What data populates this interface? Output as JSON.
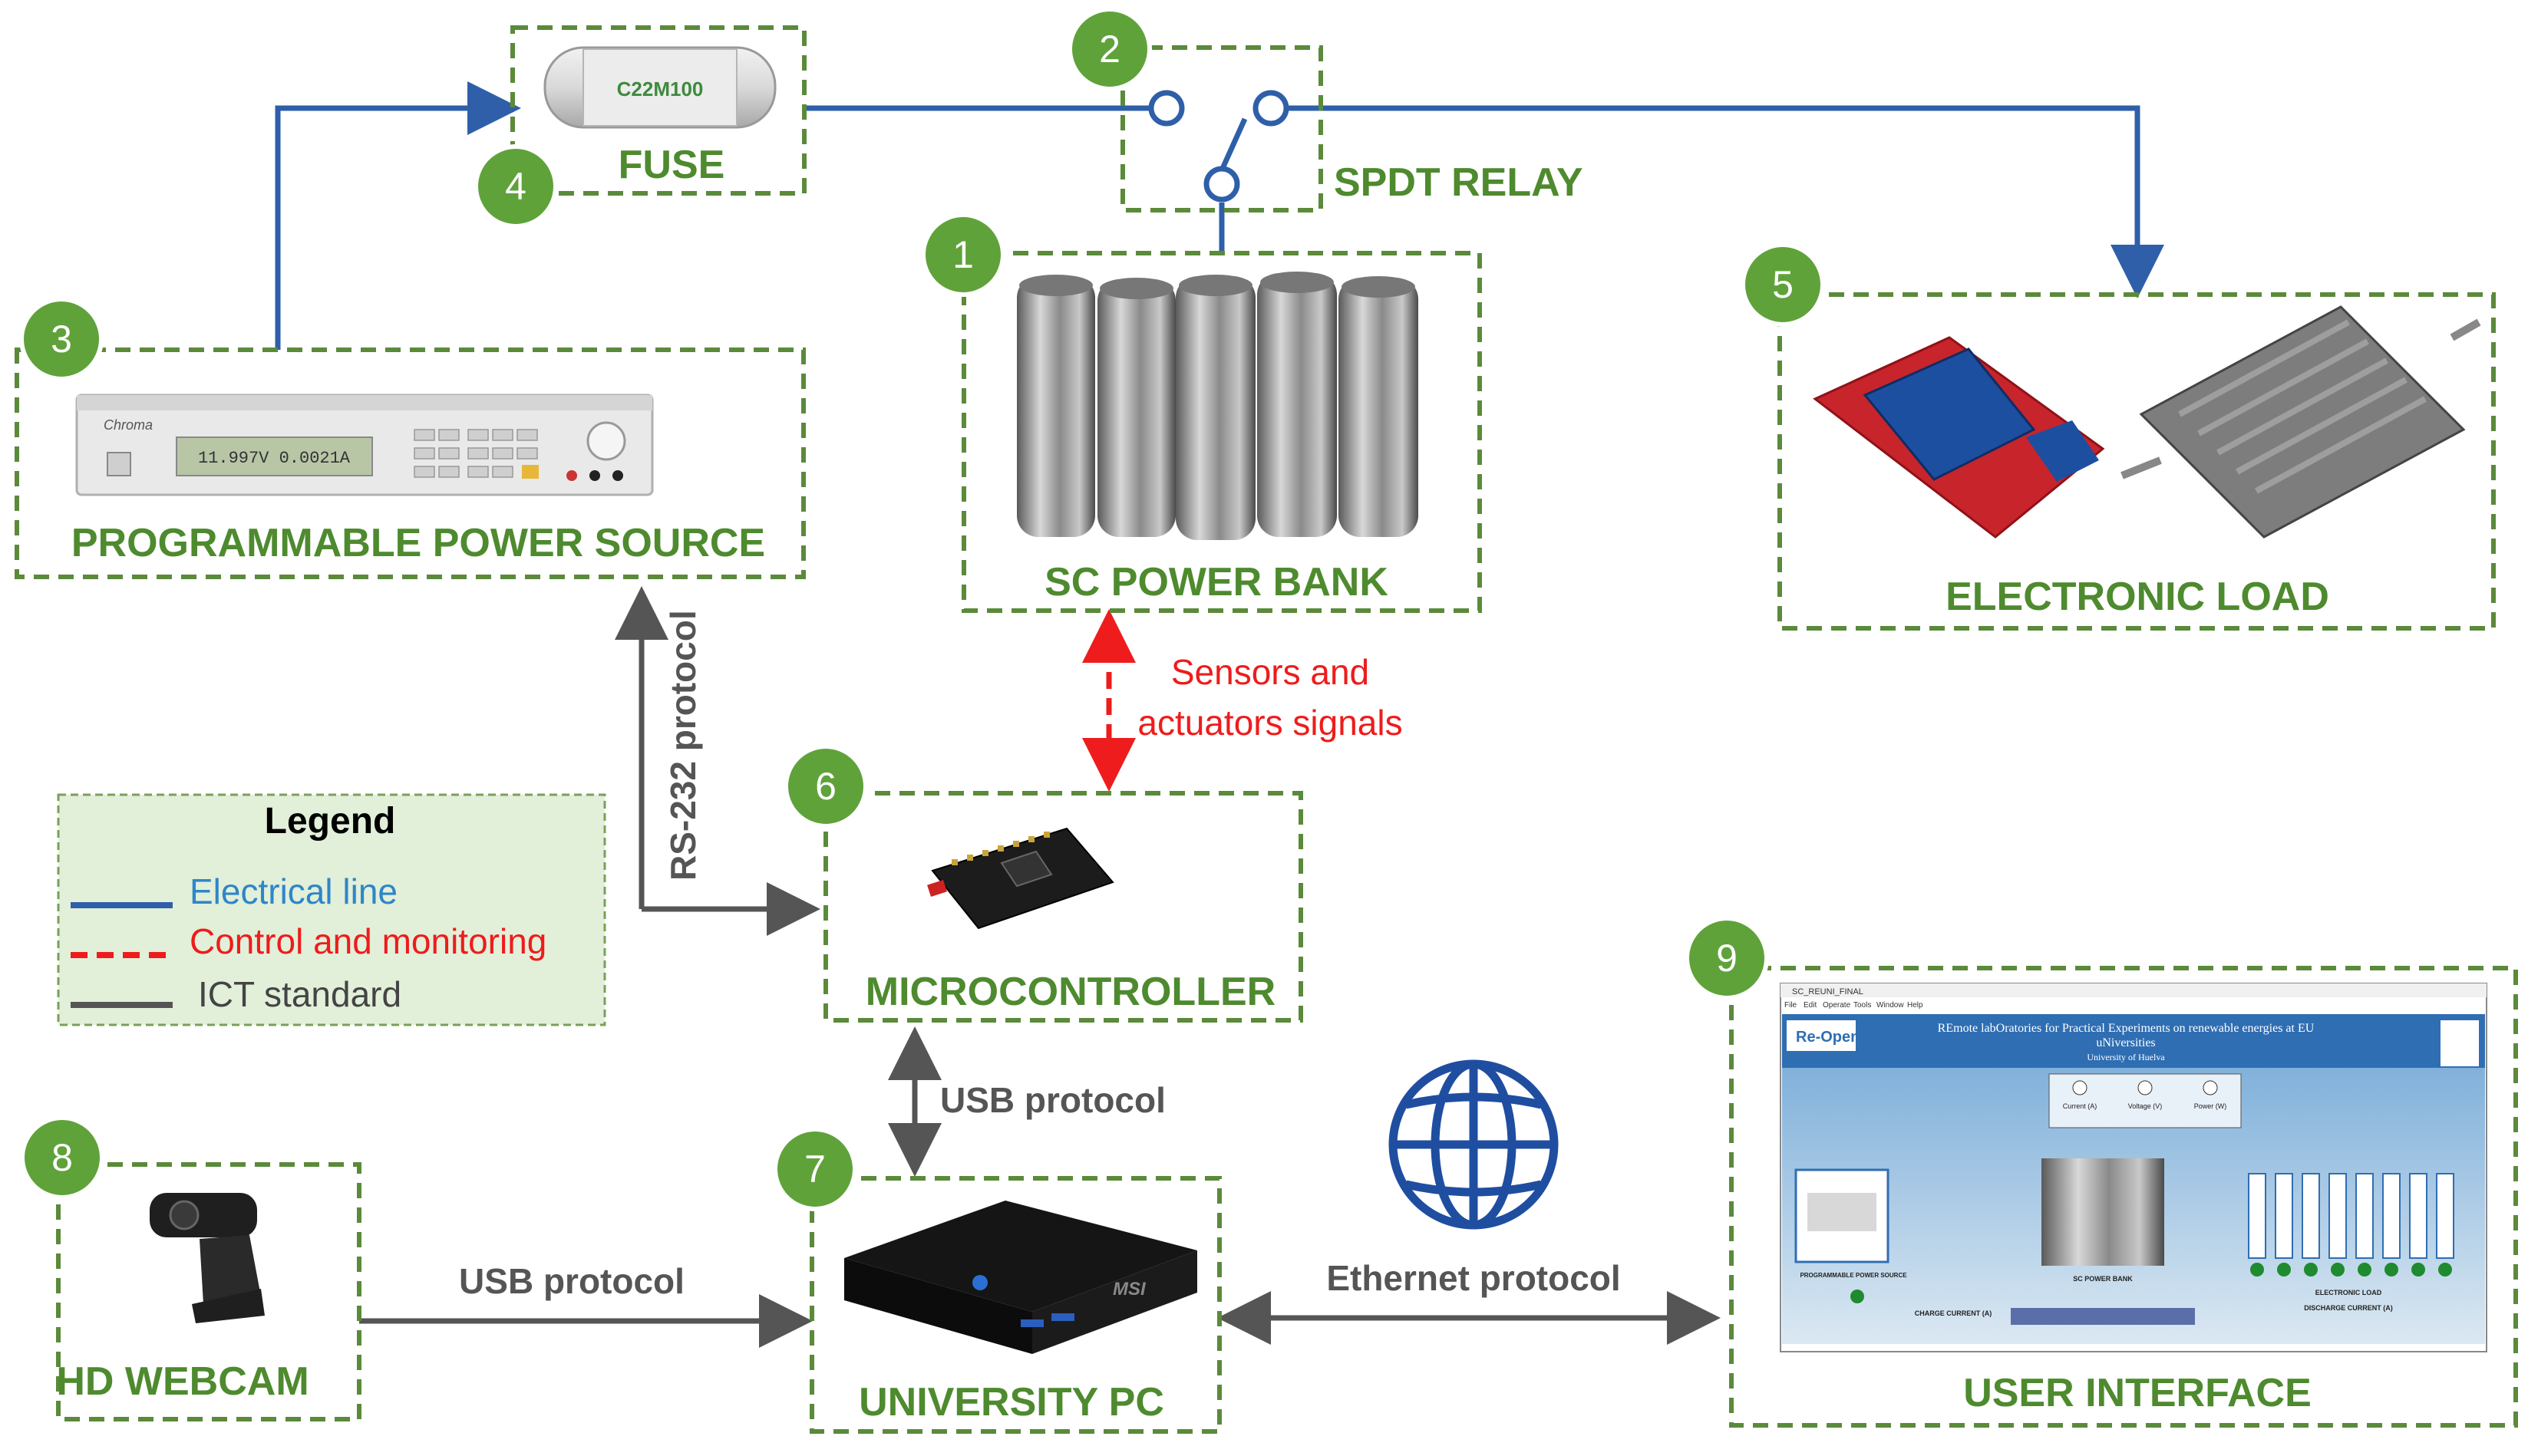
{
  "components": {
    "sc_power_bank": {
      "number": "1",
      "label": "SC POWER BANK"
    },
    "spdt_relay": {
      "number": "2",
      "label": "SPDT RELAY"
    },
    "power_source": {
      "number": "3",
      "label": "PROGRAMMABLE POWER SOURCE",
      "display": "11.997V 0.0021A",
      "brand": "Chroma"
    },
    "fuse": {
      "number": "4",
      "label": "FUSE",
      "marking": "C22M100"
    },
    "electronic_load": {
      "number": "5",
      "label": "ELECTRONIC LOAD"
    },
    "microcontroller": {
      "number": "6",
      "label": "MICROCONTROLLER"
    },
    "university_pc": {
      "number": "7",
      "label": "UNIVERSITY PC",
      "brand": "MSI"
    },
    "hd_webcam": {
      "number": "8",
      "label": "HD WEBCAM"
    },
    "user_interface": {
      "number": "9",
      "label": "USER INTERFACE"
    }
  },
  "connections": {
    "sensors_line1": "Sensors and",
    "sensors_line2": "actuators signals",
    "rs232": "RS-232 protocol",
    "usb_mcu": "USB protocol",
    "usb_webcam": "USB protocol",
    "ethernet": "Ethernet protocol"
  },
  "legend": {
    "title": "Legend",
    "items": [
      {
        "label": "Electrical line",
        "color": "#2e5fa8",
        "style": "solid"
      },
      {
        "label": "Control and monitoring",
        "color": "#ee1c1c",
        "style": "dashed"
      },
      {
        "label": "ICT standard",
        "color": "#555555",
        "style": "solid"
      }
    ]
  },
  "ui_screenshot": {
    "window_title": "SC_REUNI_FINAL",
    "menu": [
      "File",
      "Edit",
      "Operate",
      "Tools",
      "Window",
      "Help"
    ],
    "header_title": "REmote labOratories for Practical Experiments on renewable energies at EU",
    "header_subtitle": "uNiversities",
    "university": "University of Huelva",
    "logo": "Re-Open",
    "gauges": [
      "Current (A)",
      "Voltage (V)",
      "Power (W)"
    ],
    "labels": {
      "power_source": "PROGRAMMABLE POWER SOURCE",
      "power_bank": "SC POWER BANK",
      "load": "ELECTRONIC LOAD",
      "charge": "CHARGE CURRENT (A)",
      "discharge": "DISCHARGE CURRENT (A)"
    }
  },
  "colors": {
    "box_border": "#5b8a3a",
    "badge": "#5fa23a",
    "label_text": "#4e8a2e",
    "electrical_line": "#2e5fa8",
    "control_line": "#ee1c1c",
    "ict_line": "#555555",
    "legend_bg": "#e2efd9"
  }
}
